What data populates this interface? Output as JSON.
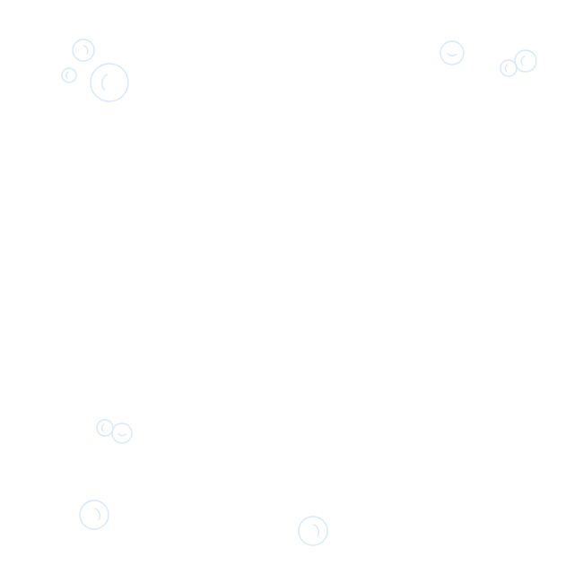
{
  "background_color": "#ffffff",
  "bubble_color": "#d6e9fb",
  "bubbles": [
    {
      "name": "bubble-top-left-small",
      "shine": "right"
    },
    {
      "name": "bubble-top-left-tiny",
      "shine": "left"
    },
    {
      "name": "bubble-top-left-large",
      "shine": "left"
    },
    {
      "name": "bubble-top-right-medium",
      "shine": "bottom"
    },
    {
      "name": "bubble-top-right-right",
      "shine": "left"
    },
    {
      "name": "bubble-top-right-small",
      "shine": "left"
    },
    {
      "name": "bubble-mid-left-a",
      "shine": "left"
    },
    {
      "name": "bubble-mid-left-b",
      "shine": "bottom"
    },
    {
      "name": "bubble-bottom-left",
      "shine": "right"
    },
    {
      "name": "bubble-bottom-center",
      "shine": "right"
    }
  ]
}
